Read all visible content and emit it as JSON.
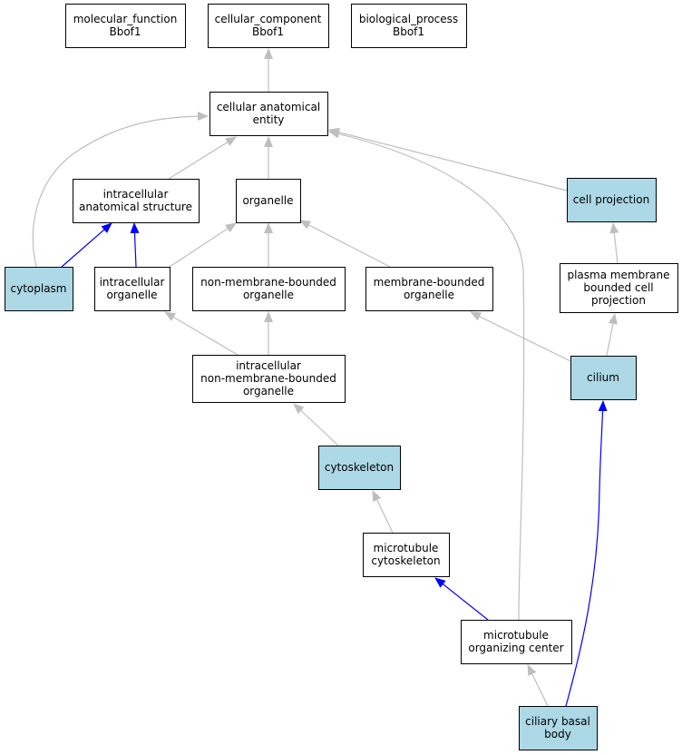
{
  "colors": {
    "highlight_fill": "#add8e6",
    "default_fill": "#ffffff",
    "is_a_edge": "#bebebe",
    "part_of_edge": "#0000ff"
  },
  "nodes": {
    "molecular_function": {
      "lines": [
        "molecular_function",
        "Bbof1"
      ],
      "highlighted": false
    },
    "cellular_component": {
      "lines": [
        "cellular_component",
        "Bbof1"
      ],
      "highlighted": false
    },
    "biological_process": {
      "lines": [
        "biological_process",
        "Bbof1"
      ],
      "highlighted": false
    },
    "cellular_anatomical_entity": {
      "lines": [
        "cellular anatomical",
        "entity"
      ],
      "highlighted": false
    },
    "intracellular_anatomical_structure": {
      "lines": [
        "intracellular",
        "anatomical structure"
      ],
      "highlighted": false
    },
    "organelle": {
      "lines": [
        "organelle"
      ],
      "highlighted": false
    },
    "cell_projection": {
      "lines": [
        "cell projection"
      ],
      "highlighted": true
    },
    "cytoplasm": {
      "lines": [
        "cytoplasm"
      ],
      "highlighted": true
    },
    "intracellular_organelle": {
      "lines": [
        "intracellular",
        "organelle"
      ],
      "highlighted": false
    },
    "non_membrane_bounded_organelle": {
      "lines": [
        "non-membrane-bounded",
        "organelle"
      ],
      "highlighted": false
    },
    "membrane_bounded_organelle": {
      "lines": [
        "membrane-bounded",
        "organelle"
      ],
      "highlighted": false
    },
    "plasma_membrane_bounded_cell_projection": {
      "lines": [
        "plasma membrane",
        "bounded cell",
        "projection"
      ],
      "highlighted": false
    },
    "intracellular_non_membrane_bounded_organelle": {
      "lines": [
        "intracellular",
        "non-membrane-bounded",
        "organelle"
      ],
      "highlighted": false
    },
    "cilium": {
      "lines": [
        "cilium"
      ],
      "highlighted": true
    },
    "cytoskeleton": {
      "lines": [
        "cytoskeleton"
      ],
      "highlighted": true
    },
    "microtubule_cytoskeleton": {
      "lines": [
        "microtubule",
        "cytoskeleton"
      ],
      "highlighted": false
    },
    "microtubule_organizing_center": {
      "lines": [
        "microtubule",
        "organizing center"
      ],
      "highlighted": false
    },
    "ciliary_basal_body": {
      "lines": [
        "ciliary basal",
        "body"
      ],
      "highlighted": true
    }
  },
  "edges": [
    {
      "from": "cellular_anatomical_entity",
      "to": "cellular_component",
      "type": "is_a"
    },
    {
      "from": "intracellular_anatomical_structure",
      "to": "cellular_anatomical_entity",
      "type": "is_a"
    },
    {
      "from": "organelle",
      "to": "cellular_anatomical_entity",
      "type": "is_a"
    },
    {
      "from": "cytoplasm",
      "to": "cellular_anatomical_entity",
      "type": "is_a"
    },
    {
      "from": "cell_projection",
      "to": "cellular_anatomical_entity",
      "type": "is_a"
    },
    {
      "from": "microtubule_organizing_center",
      "to": "cellular_anatomical_entity",
      "type": "is_a"
    },
    {
      "from": "cytoplasm",
      "to": "intracellular_anatomical_structure",
      "type": "part_of"
    },
    {
      "from": "intracellular_organelle",
      "to": "intracellular_anatomical_structure",
      "type": "part_of"
    },
    {
      "from": "intracellular_organelle",
      "to": "organelle",
      "type": "is_a"
    },
    {
      "from": "non_membrane_bounded_organelle",
      "to": "organelle",
      "type": "is_a"
    },
    {
      "from": "membrane_bounded_organelle",
      "to": "organelle",
      "type": "is_a"
    },
    {
      "from": "plasma_membrane_bounded_cell_projection",
      "to": "cell_projection",
      "type": "is_a"
    },
    {
      "from": "intracellular_non_membrane_bounded_organelle",
      "to": "intracellular_organelle",
      "type": "is_a"
    },
    {
      "from": "intracellular_non_membrane_bounded_organelle",
      "to": "non_membrane_bounded_organelle",
      "type": "is_a"
    },
    {
      "from": "cilium",
      "to": "membrane_bounded_organelle",
      "type": "is_a"
    },
    {
      "from": "cilium",
      "to": "plasma_membrane_bounded_cell_projection",
      "type": "is_a"
    },
    {
      "from": "cytoskeleton",
      "to": "intracellular_non_membrane_bounded_organelle",
      "type": "is_a"
    },
    {
      "from": "microtubule_cytoskeleton",
      "to": "cytoskeleton",
      "type": "is_a"
    },
    {
      "from": "microtubule_organizing_center",
      "to": "microtubule_cytoskeleton",
      "type": "part_of"
    },
    {
      "from": "ciliary_basal_body",
      "to": "microtubule_organizing_center",
      "type": "is_a"
    },
    {
      "from": "ciliary_basal_body",
      "to": "cilium",
      "type": "part_of"
    }
  ]
}
